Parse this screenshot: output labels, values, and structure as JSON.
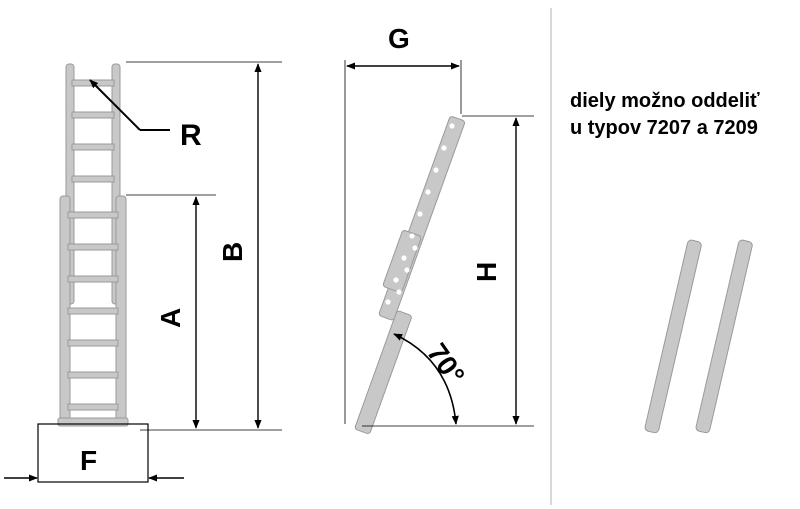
{
  "labels": {
    "R": "R",
    "A": "A",
    "B": "B",
    "F": "F",
    "G": "G",
    "H": "H",
    "angle": "70°"
  },
  "note": {
    "line1": "diely možno oddeliť",
    "line2": "u typov 7207 a 7209"
  },
  "colors": {
    "ladder_fill": "#c8c8c8",
    "ladder_edge": "#9a9a9a",
    "hole": "#ffffff",
    "dimension_line": "#000000",
    "separator": "#bdbdbd"
  }
}
